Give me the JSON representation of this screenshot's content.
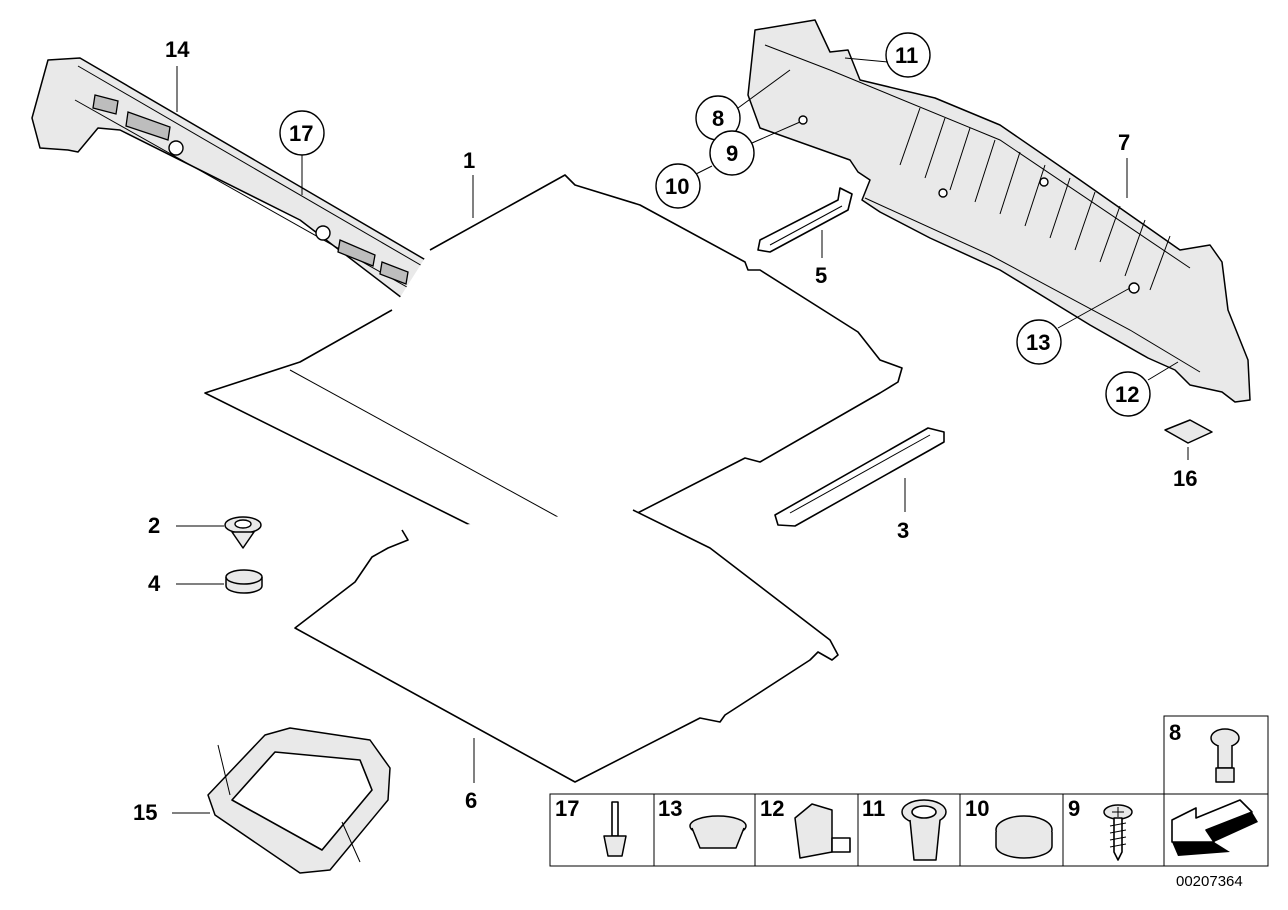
{
  "callouts": {
    "p1": "1",
    "p2": "2",
    "p3": "3",
    "p4": "4",
    "p5": "5",
    "p6": "6",
    "p7": "7",
    "p8": "8",
    "p9": "9",
    "p10": "10",
    "p11": "11",
    "p12": "12",
    "p13": "13",
    "p14": "14",
    "p15": "15",
    "p16": "16",
    "p17": "17"
  },
  "legend": {
    "top_item": "8",
    "items": [
      "17",
      "13",
      "12",
      "11",
      "10",
      "9"
    ]
  },
  "reference_number": "00207364"
}
